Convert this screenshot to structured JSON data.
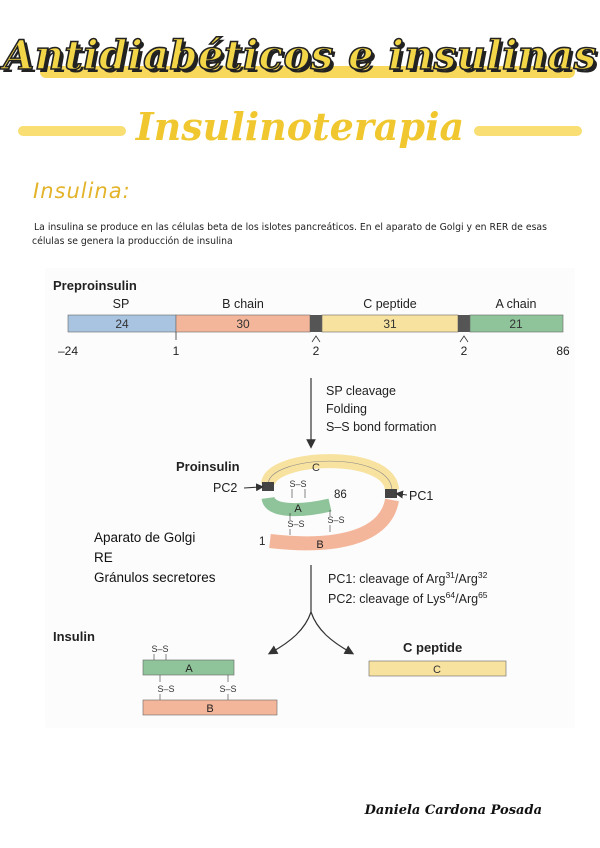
{
  "page": {
    "title": "Antidiabéticos e insulinas",
    "subtitle": "Insulinoterapia",
    "section_heading": "Insulina:",
    "paragraph": "La insulina se produce en las células beta de los islotes pancreáticos. En el aparato de Golgi y en RER de esas células se genera la producción de insulina",
    "notes": [
      "Aparato de Golgi",
      "RE",
      "Gránulos secretores"
    ],
    "author": "Daniela Cardona Posada"
  },
  "diagram": {
    "preproinsulin": {
      "label": "Preproinsulin",
      "segments": [
        {
          "name": "SP",
          "length": "24",
          "color": "#a9c4e0"
        },
        {
          "name": "B chain",
          "length": "30",
          "color": "#f4b69a"
        },
        {
          "name": "C peptide",
          "length": "31",
          "color": "#f8e2a0"
        },
        {
          "name": "A chain",
          "length": "21",
          "color": "#8fc49a"
        }
      ],
      "positions": [
        "–24",
        "1",
        "2",
        "2",
        "86"
      ]
    },
    "steps": [
      "SP cleavage",
      "Folding",
      "S–S bond formation"
    ],
    "proinsulin": {
      "label": "Proinsulin",
      "c_label": "C",
      "a_label": "A",
      "b_label": "B",
      "ss": "S–S",
      "pc1": "PC1",
      "pc2": "PC2",
      "num_86": "86",
      "num_1": "1"
    },
    "cleavage": {
      "pc1_prefix": "PC1: cleavage of Arg",
      "pc1_sup1": "31",
      "pc1_mid": "/Arg",
      "pc1_sup2": "32",
      "pc2_prefix": "PC2: cleavage of Lys",
      "pc2_sup1": "64",
      "pc2_mid": "/Arg",
      "pc2_sup2": "65"
    },
    "insulin": {
      "label": "Insulin",
      "a_label": "A",
      "b_label": "B",
      "ss": "S–S"
    },
    "c_peptide": {
      "label": "C peptide",
      "c_label": "C"
    },
    "colors": {
      "sp": "#a9c4e0",
      "b": "#f4b69a",
      "c": "#f8e2a0",
      "a": "#8fc49a",
      "cleavage_site": "#555555",
      "highlight": "#f7d85a"
    }
  }
}
